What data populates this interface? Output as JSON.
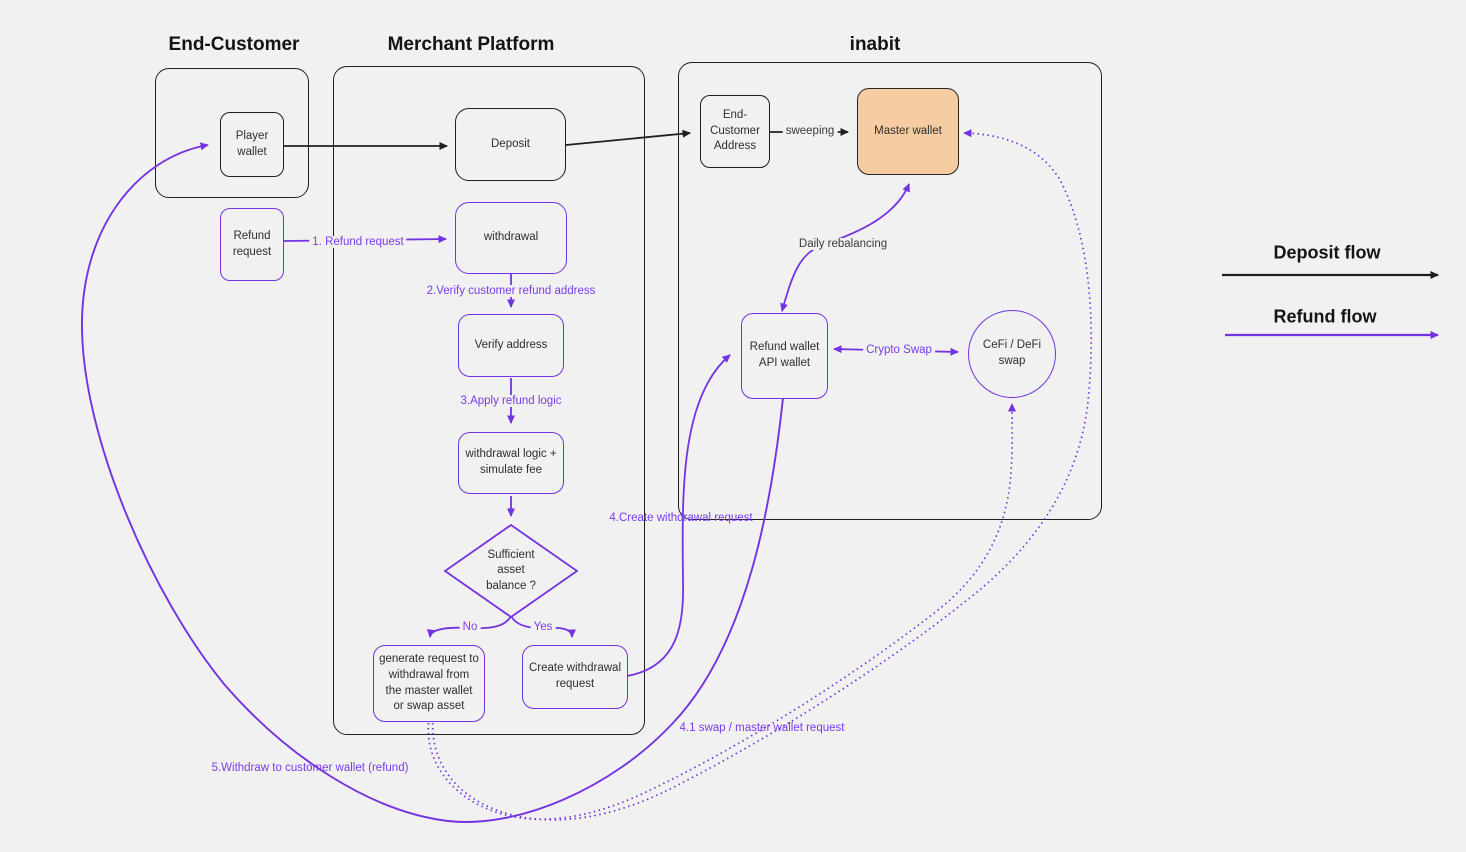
{
  "titles": {
    "end_customer": "End-Customer",
    "merchant_platform": "Merchant Platform",
    "inabit": "inabit"
  },
  "nodes": {
    "player_wallet": {
      "label": "Player\nwallet"
    },
    "refund_request": {
      "label": "Refund\nrequest"
    },
    "deposit": {
      "label": "Deposit"
    },
    "withdrawal": {
      "label": "withdrawal"
    },
    "verify_address": {
      "label": "Verify address"
    },
    "withdrawal_logic": {
      "label": "withdrawal logic +\nsimulate fee"
    },
    "sufficient_balance": {
      "label": "Sufficient\nasset\nbalance ?"
    },
    "generate_request": {
      "label": "generate request to\nwithdrawal from\nthe master wallet\nor swap asset"
    },
    "create_withdrawal": {
      "label": "Create withdrawal\nrequest"
    },
    "end_customer_address": {
      "label": "End-\nCustomer\nAddress"
    },
    "master_wallet": {
      "label": "Master wallet"
    },
    "refund_wallet": {
      "label": "Refund wallet\nAPI wallet"
    },
    "cefi_defi_swap": {
      "label": "CeFi / DeFi\nswap"
    }
  },
  "edge_labels": {
    "refund_request_1": "1. Refund request",
    "verify_customer_2": "2.Verify customer refund address",
    "apply_refund_logic_3": "3.Apply refund logic",
    "no": "No",
    "yes": "Yes",
    "sweeping": "sweeping",
    "daily_rebalancing": "Daily rebalancing",
    "crypto_swap": "Crypto Swap",
    "create_withdrawal_4": "4.Create withdrawal request",
    "swap_master_41": "4.1 swap / master wallet request",
    "withdraw_customer_5": "5.Withdraw to customer wallet (refund)"
  },
  "legend": {
    "deposit_flow": "Deposit flow",
    "refund_flow": "Refund flow"
  },
  "colors": {
    "purple_line": "#7433e0",
    "purple_text": "#7b3bec",
    "black_line": "#1f1f1f",
    "canvas": "#f1f1f2",
    "master_wallet_fill": "#f6cda2"
  }
}
